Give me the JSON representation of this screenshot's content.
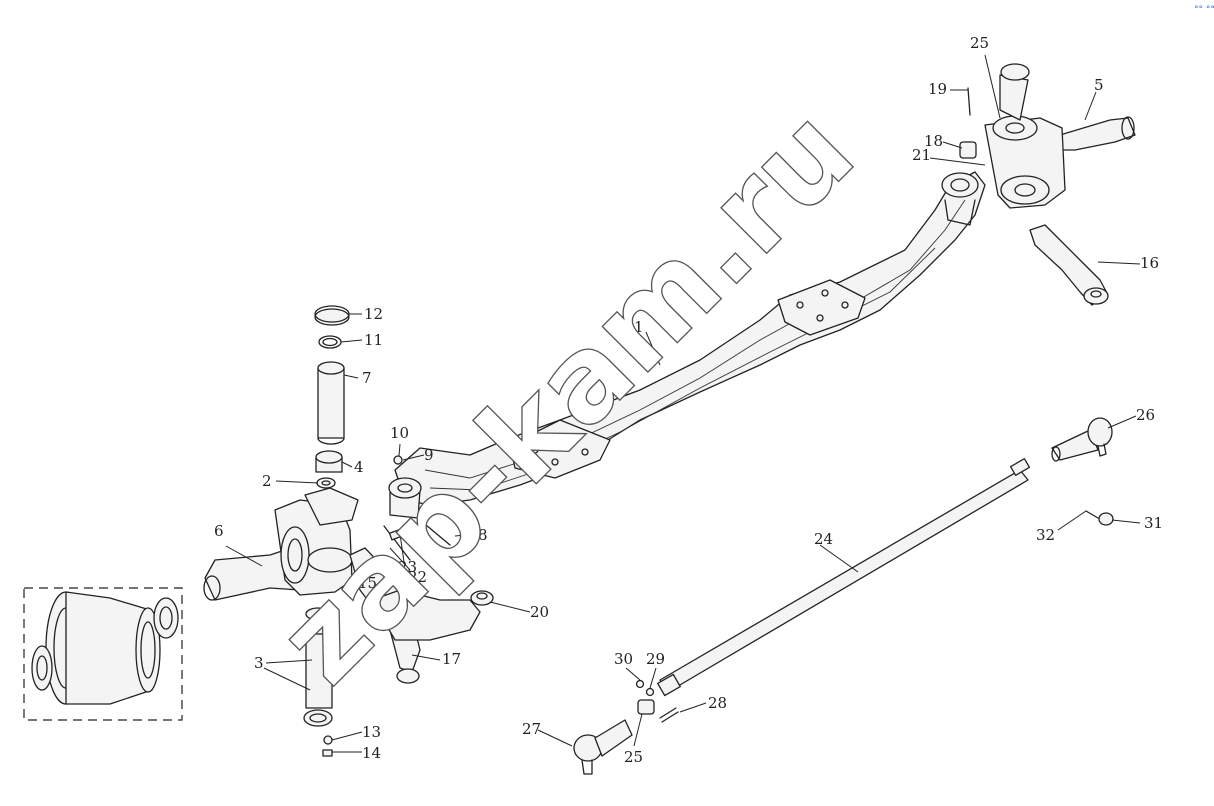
{
  "watermark": "zap-kam.ru",
  "corner_mark": "°° °°°",
  "callouts": {
    "c1": "1",
    "c2": "2",
    "c3": "3",
    "c4": "4",
    "c5": "5",
    "c6": "6",
    "c7": "7",
    "c8": "8",
    "c9": "9",
    "c10": "10",
    "c11": "11",
    "c12": "12",
    "c13": "13",
    "c14": "14",
    "c15": "15",
    "c16": "16",
    "c17": "17",
    "c18": "18",
    "c19": "19",
    "c20": "20",
    "c21": "21",
    "c22": "22",
    "c23": "23",
    "c24": "24",
    "c25a": "25",
    "c25b": "25",
    "c26": "26",
    "c27": "27",
    "c28": "28",
    "c29": "29",
    "c30": "30",
    "c31": "31",
    "c32": "32"
  }
}
